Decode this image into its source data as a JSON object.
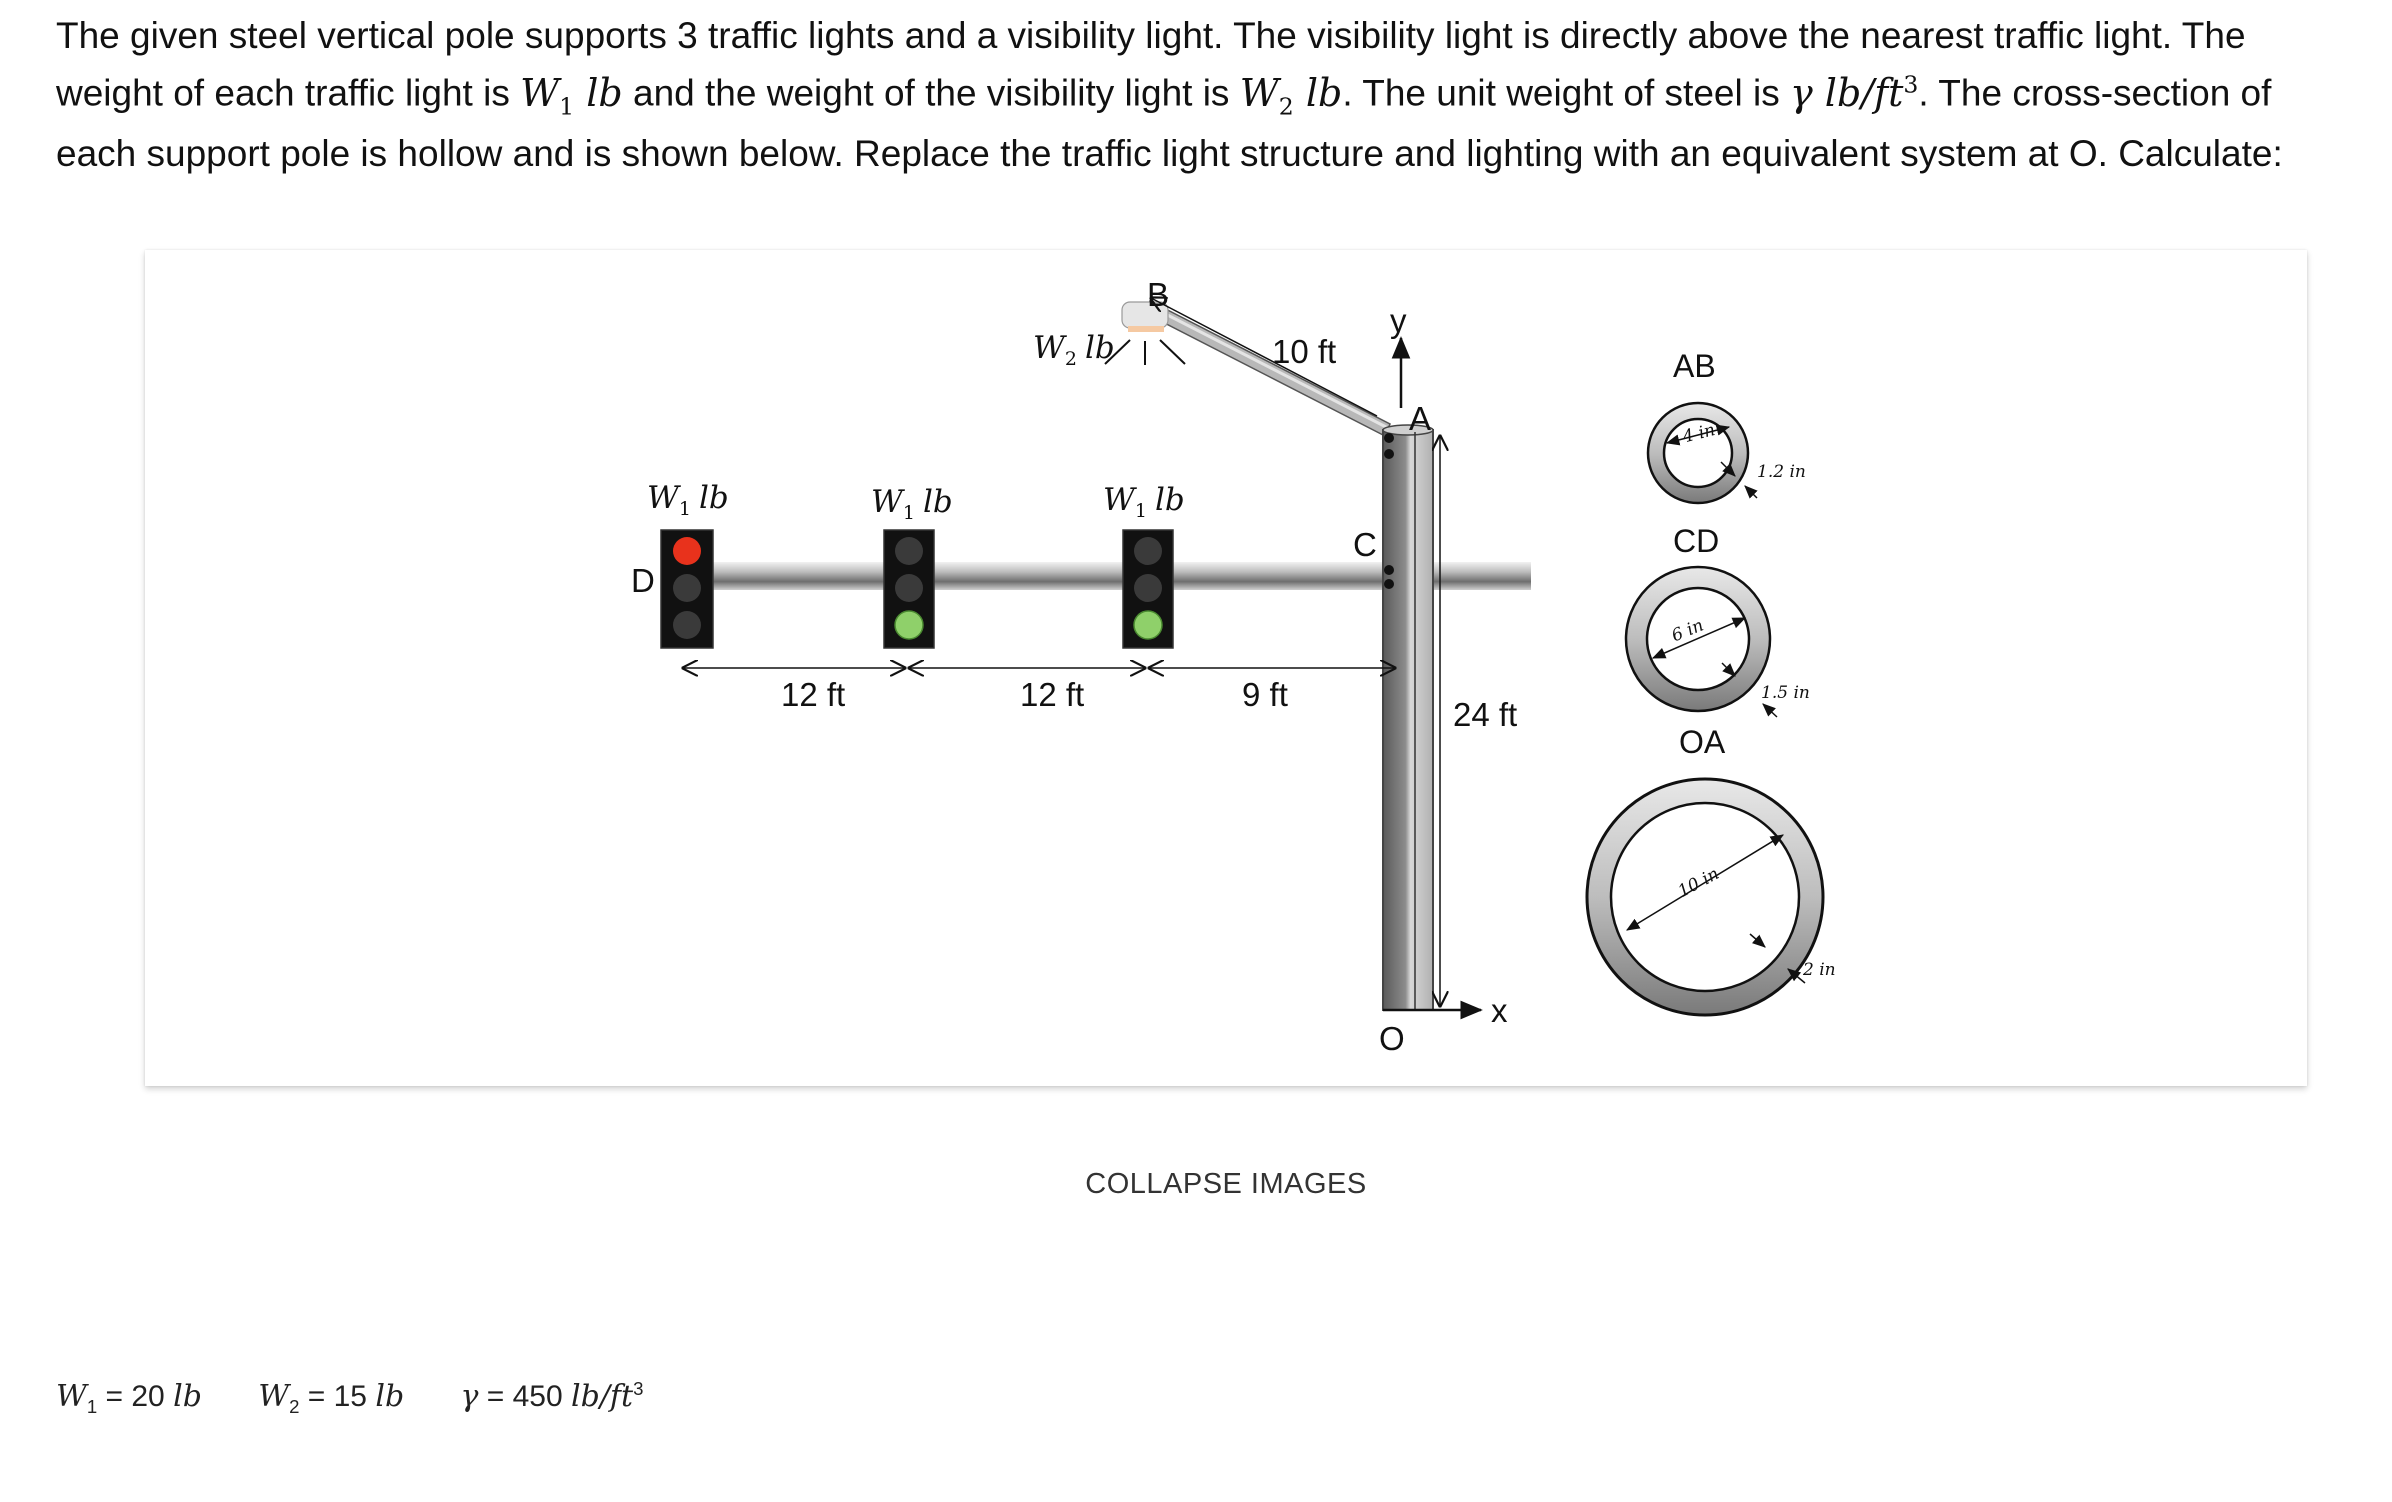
{
  "problem": {
    "line1": "The given steel vertical pole supports 3 traffic lights and a visibility light. The visibility light is directly above the nearest traffic light. The",
    "line2_a": "weight of each traffic light is ",
    "line2_w1": "W",
    "line2_w1_sub": "1",
    "line2_lb1": " lb",
    "line2_b": " and the weight of the visibility light is ",
    "line2_w2": "W",
    "line2_w2_sub": "2",
    "line2_lb2": " lb",
    "line2_c": ". The unit weight of steel is ",
    "line2_gamma": "γ lb/ft",
    "line2_gamma_sup": "3",
    "line2_d": ". The cross-section of",
    "line3": "each support pole is hollow and is shown below. Replace the traffic light structure and lighting with an equivalent system at O. Calculate:"
  },
  "figure": {
    "point_labels": {
      "B": "B",
      "A": "A",
      "C": "C",
      "D": "D",
      "O": "O",
      "y": "y",
      "x": "x"
    },
    "weight_labels": {
      "w1_text": "W",
      "w1_sub": "1",
      "w2_text": "W",
      "w2_sub": "2",
      "unit": "lb"
    },
    "dimensions": {
      "d1": "12 ft",
      "d2": "12 ft",
      "d3": "9 ft",
      "ab_len": "10 ft",
      "pole_height": "24 ft"
    },
    "sections": [
      {
        "name": "AB",
        "diameter": "4 in",
        "thickness": "1.2 in"
      },
      {
        "name": "CD",
        "diameter": "6 in",
        "thickness": "1.5 in"
      },
      {
        "name": "OA",
        "diameter": "10 in",
        "thickness": "2 in"
      }
    ],
    "colors": {
      "red_light": "#e8321c",
      "green_light": "#8fd06a",
      "housing": "#111111"
    }
  },
  "ui": {
    "collapse_label": "COLLAPSE IMAGES"
  },
  "given": {
    "w1_sym": "W",
    "w1_sub": "1",
    "w1_val": " = 20 ",
    "w1_unit": "lb",
    "w2_sym": "W",
    "w2_sub": "2",
    "w2_val": " = 15 ",
    "w2_unit": "lb",
    "gamma_sym": "γ",
    "gamma_val": " = 450 ",
    "gamma_unit": "lb/ft",
    "gamma_sup": "3"
  }
}
